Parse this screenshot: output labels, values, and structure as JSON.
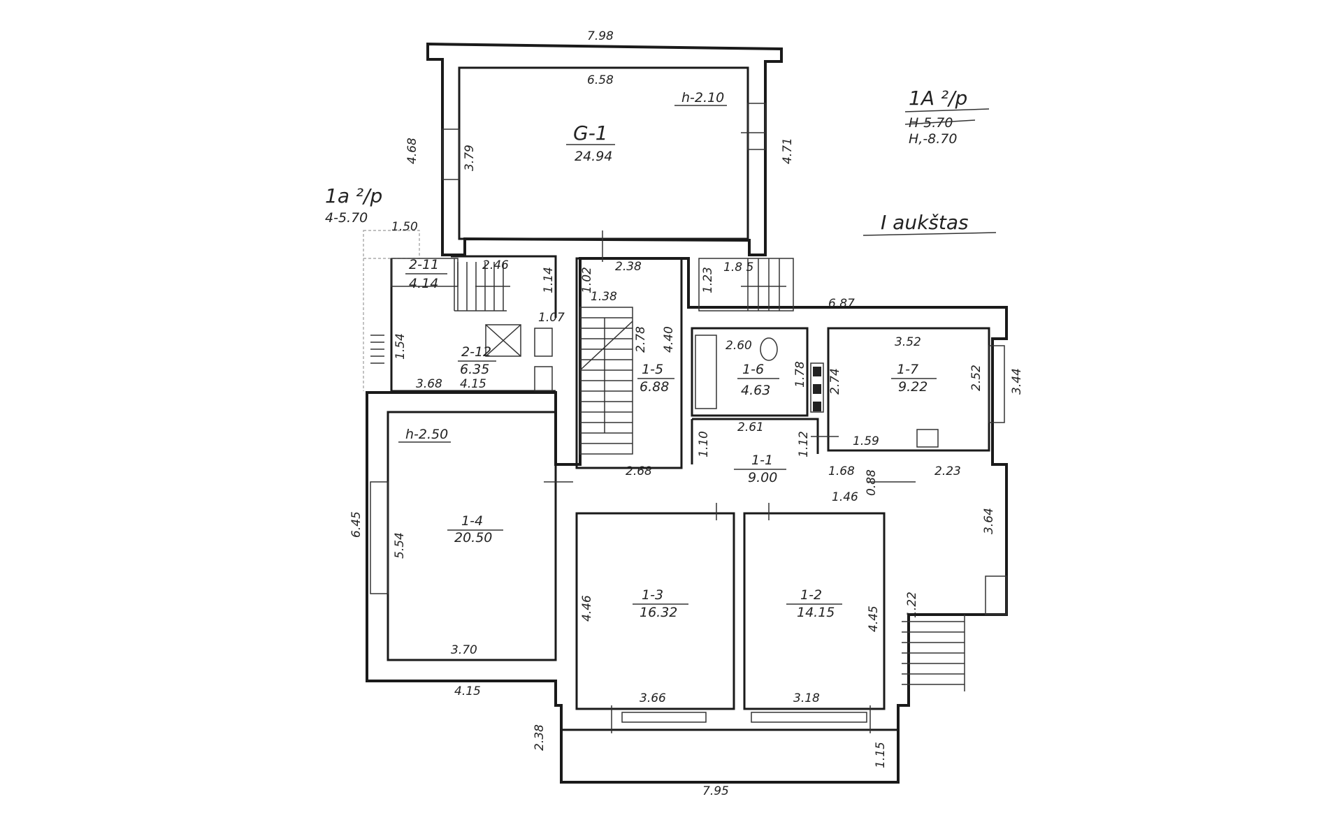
{
  "floor": {
    "title": "I aukštas",
    "building_code_right": "1A ²/p",
    "height_struck": "H-5.70",
    "height_new": "H,-8.70",
    "annex_code_left": "1a ²/p",
    "annex_height_left": "4-5.70"
  },
  "rooms": [
    {
      "code": "G-1",
      "area": "24.94"
    },
    {
      "code": "2-11",
      "area": "4.14"
    },
    {
      "code": "2-12",
      "area": "6.35"
    },
    {
      "code": "1-5",
      "area": "6.88"
    },
    {
      "code": "1-6",
      "area": "4.63"
    },
    {
      "code": "1-7",
      "area": "9.22"
    },
    {
      "code": "1-1",
      "area": "9.00"
    },
    {
      "code": "1-4",
      "area": "20.50"
    },
    {
      "code": "1-3",
      "area": "16.32"
    },
    {
      "code": "1-2",
      "area": "14.15"
    }
  ],
  "ceiling_heights": {
    "g1": "h-2.10",
    "r14": "h-2.50"
  },
  "dimensions": {
    "top_outer": "7.98",
    "g1_inner_width": "6.58",
    "g1_left_outer": "4.68",
    "g1_left_inner": "3.79",
    "g1_right": "4.71",
    "stair_top": "1.50",
    "corridor_top": "2.38",
    "d_1_14": "1.14",
    "d_1_02": "1.02",
    "d_1_23": "1.23",
    "d_1_85": "1.8 5",
    "d_2_46": "2.46",
    "d_6_87": "6.87",
    "d_1_38": "1.38",
    "d_2_78": "2.78",
    "d_4_40": "4.40",
    "d_1_07": "1.07",
    "d_1_54": "1.54",
    "d_3_68": "3.68",
    "d_4_15_a": "4.15",
    "d_2_60": "2.60",
    "d_1_78": "1.78",
    "d_2_74": "2.74",
    "d_3_52": "3.52",
    "d_2_52": "2.52",
    "d_3_44": "3.44",
    "d_1_59": "1.59",
    "d_2_61": "2.61",
    "d_1_10": "1.10",
    "d_1_12": "1.12",
    "d_2_68": "2.68",
    "d_1_68": "1.68",
    "d_0_88": "0.88",
    "d_1_46": "1.46",
    "d_2_23": "2.23",
    "d_3_64": "3.64",
    "d_1_22": "1.22",
    "d_6_45": "6.45",
    "d_5_54": "5.54",
    "d_3_70": "3.70",
    "d_4_15_b": "4.15",
    "d_4_46": "4.46",
    "d_4_45": "4.45",
    "d_3_66": "3.66",
    "d_3_18": "3.18",
    "d_2_38_b": "2.38",
    "d_1_15": "1.15",
    "bottom_outer": "7.95"
  }
}
